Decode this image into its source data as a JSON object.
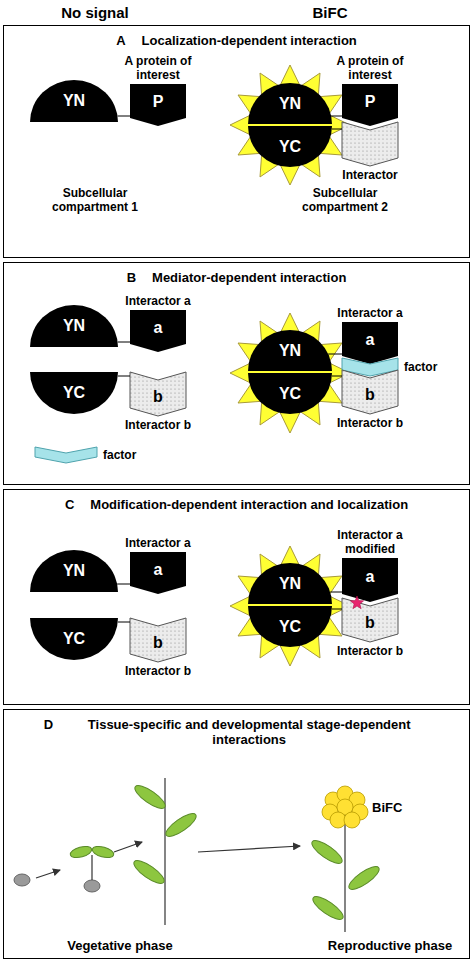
{
  "diagram": {
    "nodes": [
      {
        "text": [
          "A",
          "Localization-dependent interaction"
        ]
      },
      {
        "text": [
          "YN"
        ],
        "in": 0
      },
      {
        "text": [
          "A protein of interest",
          "P"
        ],
        "in": 0
      },
      {
        "text": [
          "YN"
        ],
        "in": 0
      },
      {
        "text": [
          "YC"
        ],
        "in": 0
      },
      {
        "text": [
          "A protein of interest",
          "P"
        ],
        "in": 0
      },
      {
        "text": [
          "Interactor"
        ],
        "in": 0
      },
      {
        "text": [
          "B",
          "Mediator-dependent interaction"
        ]
      },
      {
        "text": [
          "YN"
        ],
        "in": 7
      },
      {
        "text": [
          "Interactor a",
          "a"
        ],
        "in": 7
      },
      {
        "text": [
          "YC"
        ],
        "in": 7
      },
      {
        "text": [
          "b",
          "Interactor b"
        ],
        "in": 7
      },
      {
        "text": [
          "factor"
        ],
        "in": 7
      },
      {
        "text": [
          "YN"
        ],
        "in": 7
      },
      {
        "text": [
          "YC"
        ],
        "in": 7
      },
      {
        "text": [
          "Interactor a",
          "a"
        ],
        "in": 7
      },
      {
        "text": [
          "factor"
        ],
        "in": 7
      },
      {
        "text": [
          "b",
          "Interactor b"
        ],
        "in": 7
      },
      {
        "text": [
          "C",
          "Modification-dependent interaction and localization"
        ]
      },
      {
        "text": [
          "YN"
        ],
        "in": 18
      },
      {
        "text": [
          "Interactor a",
          "a"
        ],
        "in": 18
      },
      {
        "text": [
          "YC"
        ],
        "in": 18
      },
      {
        "text": [
          "b",
          "Interactor b"
        ],
        "in": 18
      },
      {
        "text": [
          "YN"
        ],
        "in": 18
      },
      {
        "text": [
          "YC"
        ],
        "in": 18
      },
      {
        "text": [
          "Interactor a modified",
          "a"
        ],
        "in": 18
      },
      {
        "text": [
          "b",
          "Interactor b"
        ],
        "in": 18
      },
      {
        "text": [
          "D",
          "Tissue-specific and developmental stage-dependent interactions"
        ]
      }
    ],
    "edges": [
      {
        "from": 1,
        "to": 2,
        "arrow": "none"
      },
      {
        "from": 3,
        "to": 5,
        "arrow": "none"
      },
      {
        "from": 4,
        "to": 6,
        "arrow": "none"
      },
      {
        "from": 8,
        "to": 9,
        "arrow": "none"
      },
      {
        "from": 10,
        "to": 11,
        "arrow": "none"
      },
      {
        "from": 13,
        "to": 15,
        "arrow": "none"
      },
      {
        "from": 14,
        "to": 17,
        "arrow": "none"
      },
      {
        "from": 19,
        "to": 20,
        "arrow": "none"
      },
      {
        "from": 21,
        "to": 22,
        "arrow": "none"
      },
      {
        "from": 23,
        "to": 25,
        "arrow": "none"
      },
      {
        "from": 24,
        "to": 26,
        "arrow": "none"
      }
    ],
    "labels": [
      "No signal",
      "BiFC",
      "Subcellular compartment 1",
      "Subcellular compartment 2",
      "BiFC",
      "Vegetative phase",
      "Reproductive phase"
    ]
  }
}
